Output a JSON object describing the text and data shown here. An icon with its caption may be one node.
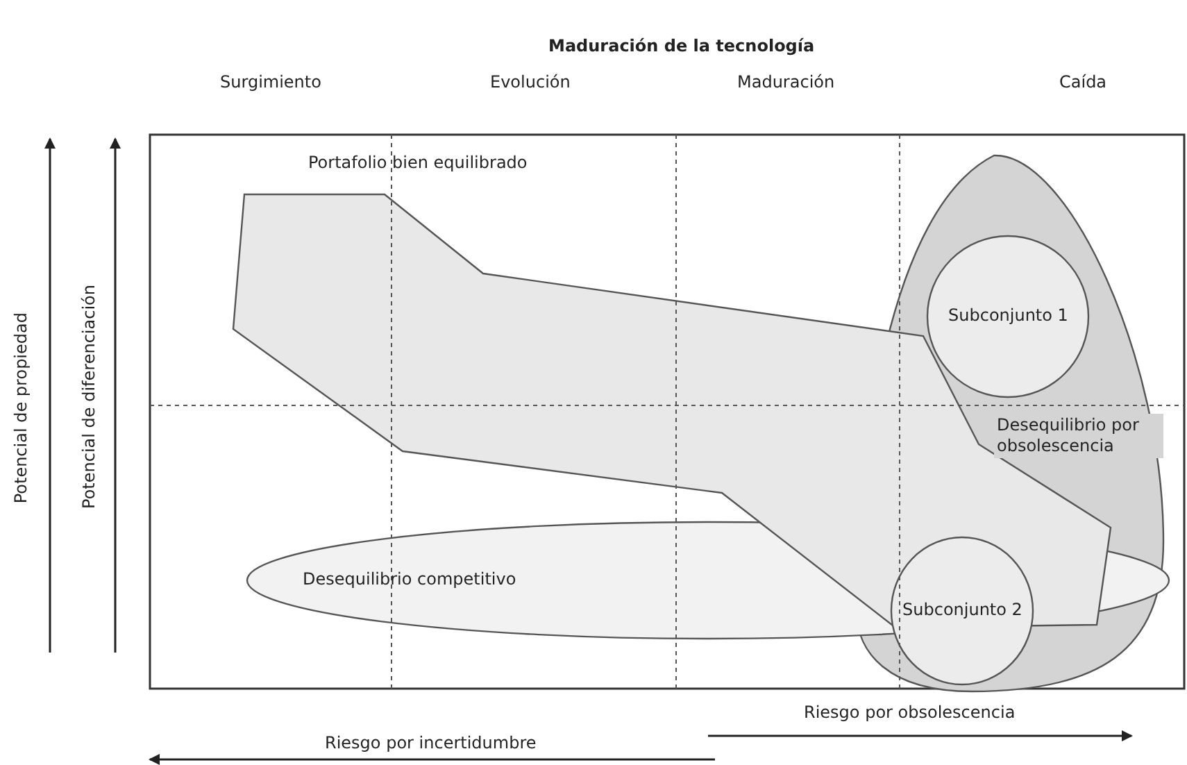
{
  "diagram": {
    "title": "Maduración de la tecnología",
    "nodes": [
      {
        "text": [
          "Portafolio bien equilibrado"
        ]
      },
      {
        "text": [
          "Desequilibrio por obsolescencia"
        ]
      },
      {
        "text": [
          "Desequilibrio competitivo"
        ]
      },
      {
        "text": [
          "Subconjunto 1"
        ],
        "in": 1
      },
      {
        "text": [
          "Subconjunto 2"
        ],
        "in": 1
      }
    ],
    "edges": [],
    "labels": [
      "Surgimiento",
      "Evolución",
      "Maduración",
      "Caída",
      "Potencial de propiedad",
      "Potencial de diferenciación",
      "Riesgo por obsolescencia",
      "Riesgo por incertidumbre"
    ]
  }
}
